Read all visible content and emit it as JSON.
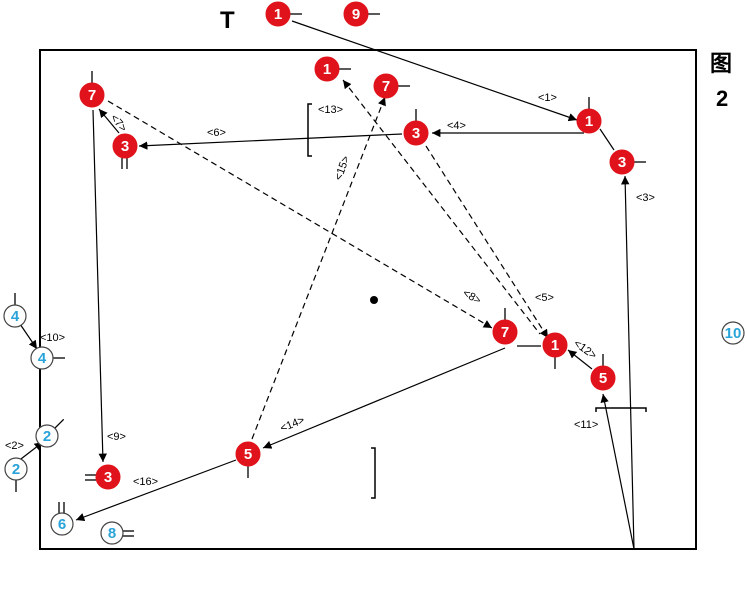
{
  "figure": {
    "label_line1": "图",
    "label_line2": "2",
    "coach_mark": "T"
  },
  "colors": {
    "red": "#e0121b",
    "blue": "#29a3d9",
    "line": "#000000"
  },
  "players": [
    {
      "id": "r1-top",
      "team": "red",
      "label": "1",
      "tick": "right"
    },
    {
      "id": "r9-top",
      "team": "red",
      "label": "9",
      "tick": "right"
    },
    {
      "id": "r1-upper",
      "team": "red",
      "label": "1",
      "tick": "right"
    },
    {
      "id": "r7-upper",
      "team": "red",
      "label": "7",
      "tick": "right"
    },
    {
      "id": "r7-left",
      "team": "red",
      "label": "7",
      "tick": "up"
    },
    {
      "id": "r3-left",
      "team": "red",
      "label": "3",
      "tick": "down2"
    },
    {
      "id": "r3-mid",
      "team": "red",
      "label": "3",
      "tick": "up"
    },
    {
      "id": "r1-right",
      "team": "red",
      "label": "1",
      "tick": "up"
    },
    {
      "id": "r3-right",
      "team": "red",
      "label": "3",
      "tick": "right"
    },
    {
      "id": "r7-center",
      "team": "red",
      "label": "7",
      "tick": "up"
    },
    {
      "id": "r1-center",
      "team": "red",
      "label": "1",
      "tick": "down"
    },
    {
      "id": "r5-right",
      "team": "red",
      "label": "5",
      "tick": "up"
    },
    {
      "id": "r5-lower",
      "team": "red",
      "label": "5",
      "tick": "down"
    },
    {
      "id": "r3-bottom",
      "team": "red",
      "label": "3",
      "tick": "left2"
    },
    {
      "id": "b4-a",
      "team": "blue",
      "label": "4",
      "tick": "up"
    },
    {
      "id": "b4-b",
      "team": "blue",
      "label": "4",
      "tick": "right"
    },
    {
      "id": "b2-a",
      "team": "blue",
      "label": "2",
      "tick": "diag"
    },
    {
      "id": "b2-b",
      "team": "blue",
      "label": "2",
      "tick": "down"
    },
    {
      "id": "b6",
      "team": "blue",
      "label": "6",
      "tick": "up2"
    },
    {
      "id": "b8",
      "team": "blue",
      "label": "8",
      "tick": "right2"
    },
    {
      "id": "b10",
      "team": "blue",
      "label": "10",
      "tick": "none"
    }
  ],
  "moves": [
    {
      "label": "<1>"
    },
    {
      "label": "<2>"
    },
    {
      "label": "<3>"
    },
    {
      "label": "<4>"
    },
    {
      "label": "<5>"
    },
    {
      "label": "<6>"
    },
    {
      "label": "<7>"
    },
    {
      "label": "<8>"
    },
    {
      "label": "<9>"
    },
    {
      "label": "<10>"
    },
    {
      "label": "<11>"
    },
    {
      "label": "<12>"
    },
    {
      "label": "<13>"
    },
    {
      "label": "<14>"
    },
    {
      "label": "<15>"
    },
    {
      "label": "<16>"
    }
  ]
}
